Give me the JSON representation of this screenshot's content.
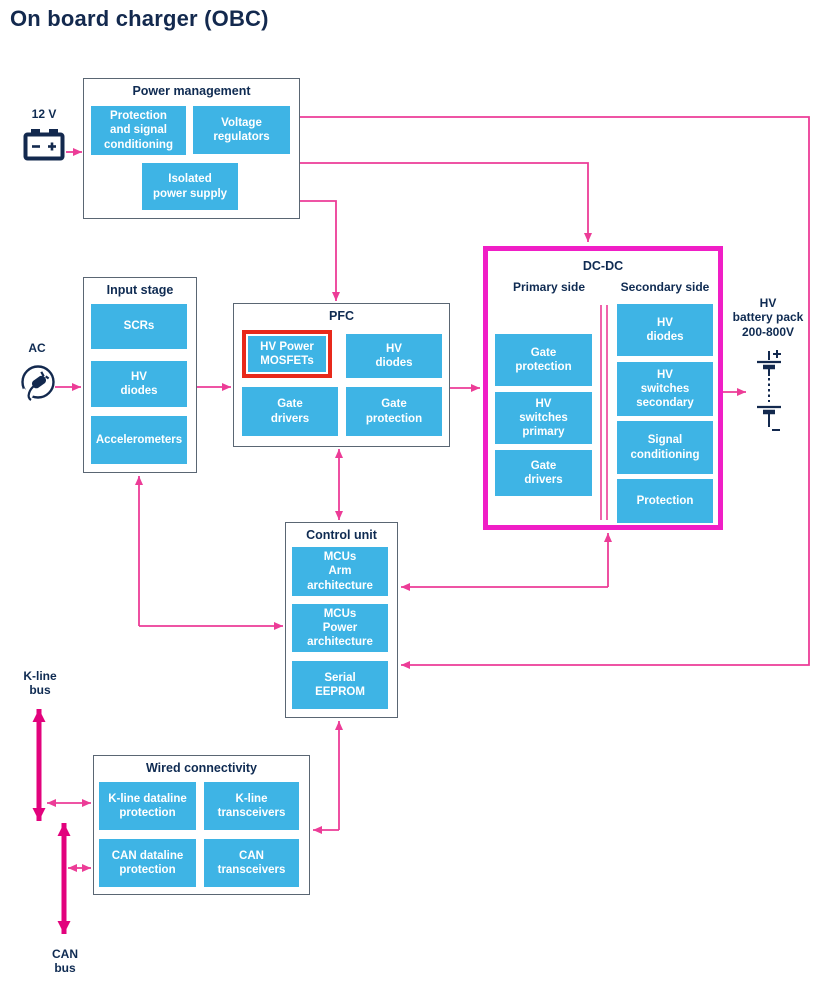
{
  "title": "On board charger (OBC)",
  "colors": {
    "block_cyan": "#3EB4E5",
    "navy_text": "#0F2B52",
    "box_border_gray": "#5A6673",
    "arrow_pink": "#EC3C97",
    "bus_magenta": "#E2027D",
    "highlight_magenta": "#F01EC6",
    "highlight_red": "#E8291B"
  },
  "sources": {
    "battery_12v": "12 V",
    "ac": "AC",
    "hv_battery": "HV\nbattery pack\n200-800V",
    "kline_bus": "K-line\nbus",
    "can_bus": "CAN\nbus"
  },
  "power_management": {
    "title": "Power management",
    "blocks": [
      "Protection\nand signal\nconditioning",
      "Voltage\nregulators",
      "Isolated\npower supply"
    ]
  },
  "input_stage": {
    "title": "Input stage",
    "blocks": [
      "SCRs",
      "HV\ndiodes",
      "Accelerometers"
    ]
  },
  "pfc": {
    "title": "PFC",
    "blocks": [
      "HV Power\nMOSFETs",
      "HV\ndiodes",
      "Gate\ndrivers",
      "Gate\nprotection"
    ]
  },
  "dc_dc": {
    "title": "DC-DC",
    "primary": {
      "title": "Primary side",
      "blocks": [
        "Gate\nprotection",
        "HV\nswitches\nprimary",
        "Gate\ndrivers"
      ]
    },
    "secondary": {
      "title": "Secondary side",
      "blocks": [
        "HV\ndiodes",
        "HV\nswitches\nsecondary",
        "Signal\nconditioning",
        "Protection"
      ]
    }
  },
  "control_unit": {
    "title": "Control unit",
    "blocks": [
      "MCUs\nArm\narchitecture",
      "MCUs\nPower\narchitecture",
      "Serial\nEEPROM"
    ]
  },
  "wired_connectivity": {
    "title": "Wired connectivity",
    "blocks": [
      "K-line dataline\nprotection",
      "K-line\ntransceivers",
      "CAN dataline\nprotection",
      "CAN\ntransceivers"
    ]
  }
}
